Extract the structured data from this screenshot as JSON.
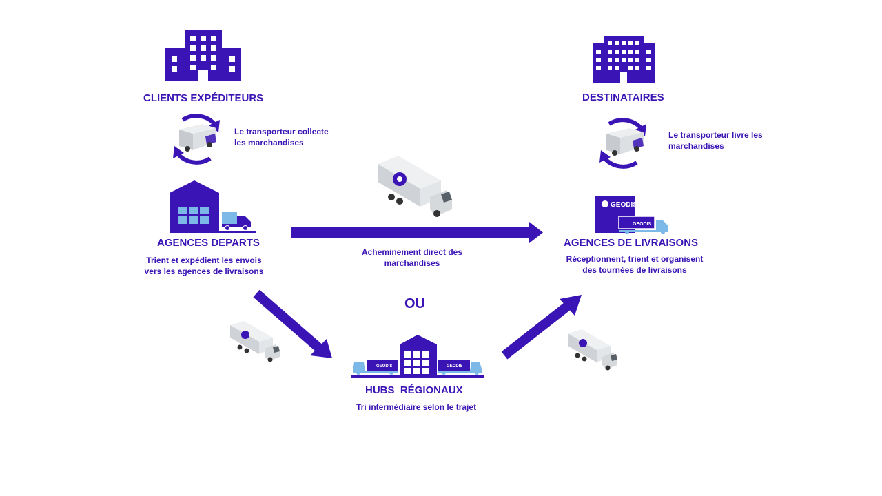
{
  "nodes": {
    "clients": {
      "title": "CLIENTS EXPÉDITEURS",
      "desc": [
        "Le transporteur collecte",
        "les marchandises"
      ]
    },
    "destinataires": {
      "title": "DESTINATAIRES",
      "desc": [
        "Le transporteur livre les",
        "marchandises"
      ]
    },
    "agences_departs": {
      "title": "AGENCES DEPARTS",
      "desc": [
        "Trient et expédient les envois",
        "vers les  agences de livraisons"
      ]
    },
    "agences_livraisons": {
      "title": "AGENCES DE LIVRAISONS",
      "desc": [
        "Réceptionnent, trient et organisent",
        "des tournées de livraisons"
      ]
    },
    "hubs": {
      "title": "HUBS  RÉGIONAUX",
      "desc": [
        "Tri intermédiaire selon le trajet"
      ]
    }
  },
  "edges": {
    "direct": {
      "label": [
        "Acheminement direct des",
        "marchandises"
      ]
    },
    "or_label": "OU"
  },
  "brand_text": "GEODIS",
  "colors": {
    "primary": "#3a14b4",
    "accent_blue": "#7db9e8",
    "truck_grey": "#d4d8dc"
  }
}
